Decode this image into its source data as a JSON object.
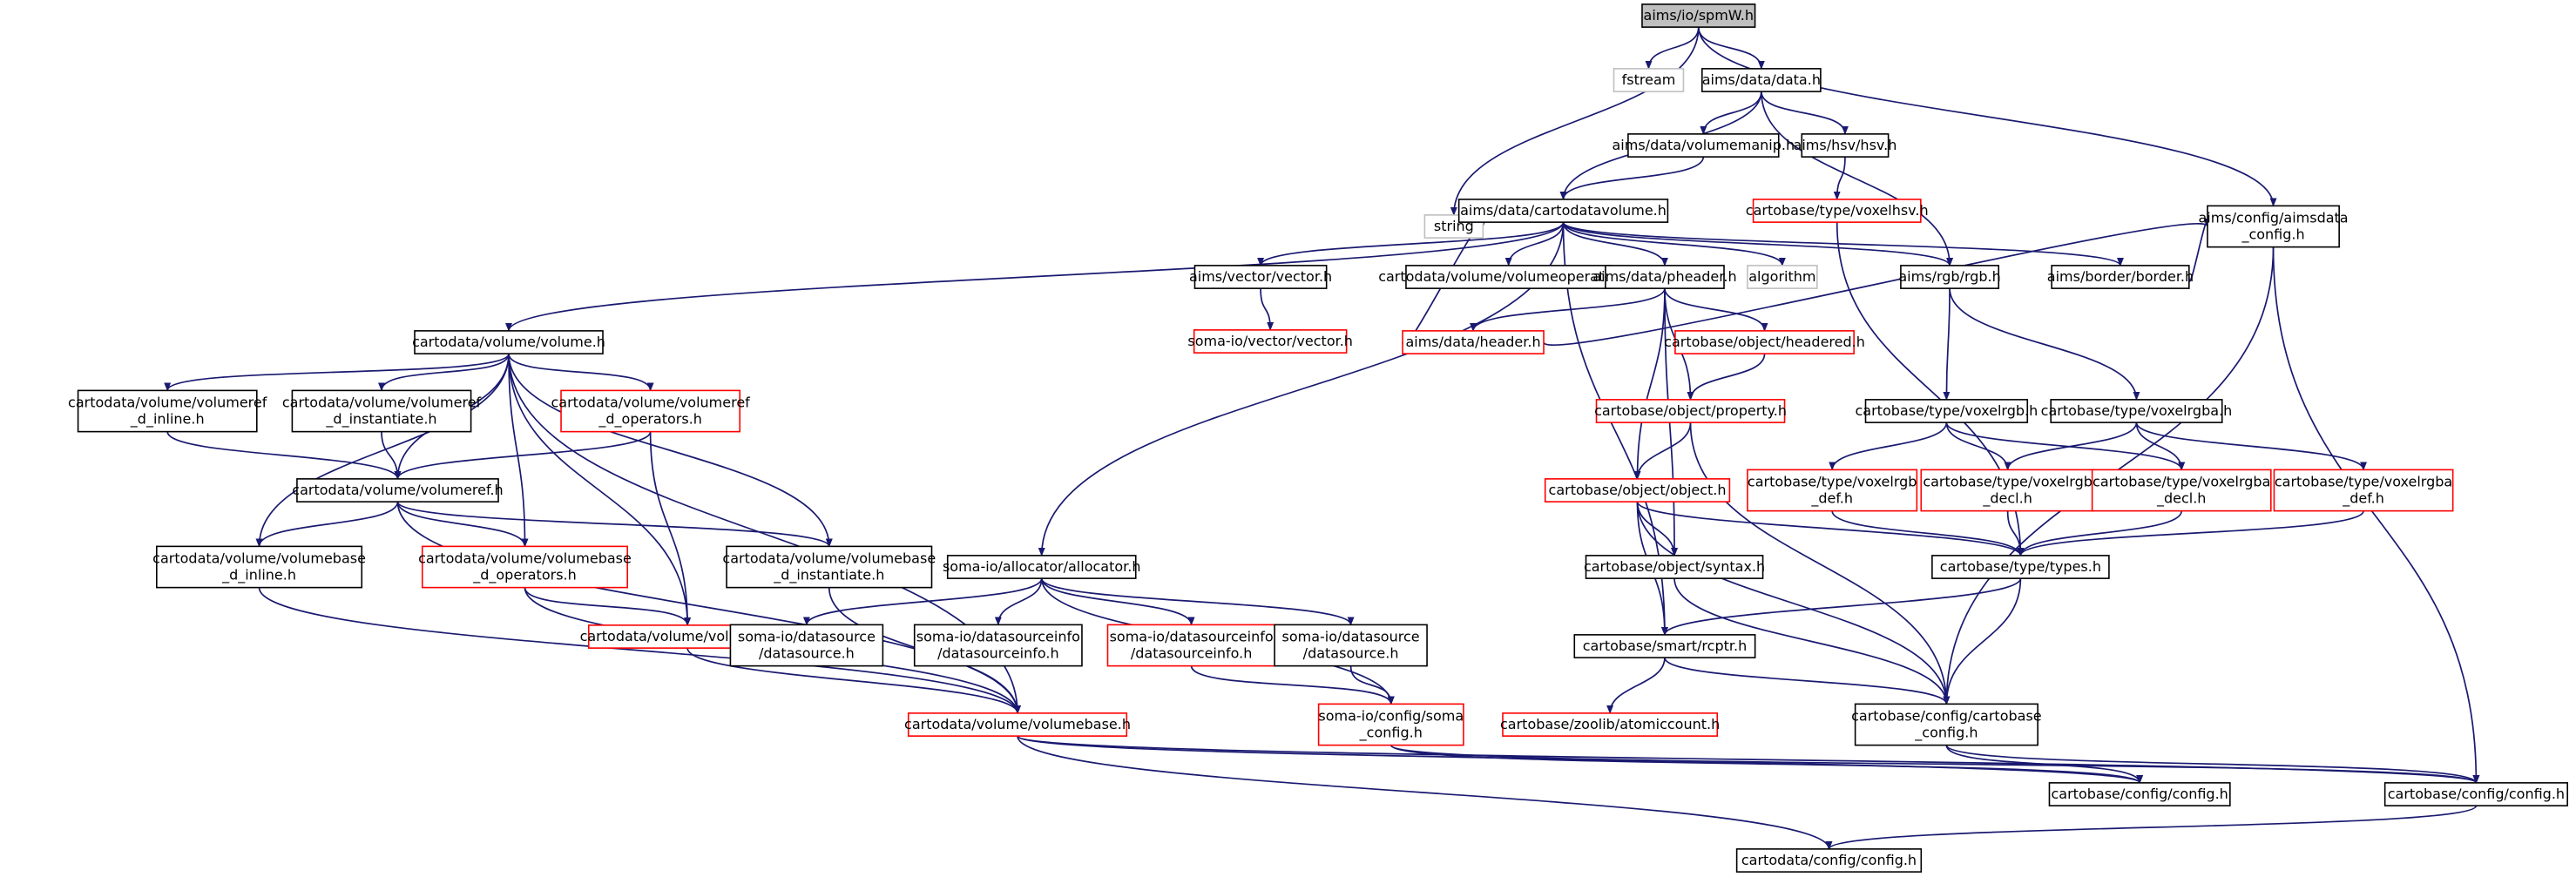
{
  "diagram": {
    "type": "include dependency graph",
    "colors": {
      "edge": "#191970",
      "root_fill": "#bfbfbf",
      "root_border": "#000000",
      "node_fill": "#ffffff",
      "documented_border": "#000000",
      "truncated_border": "#ff0000",
      "external_border": "#bfbfbf",
      "text": "#000000"
    },
    "nodes": [
      {
        "id": "spmw",
        "lines": [
          "aims/io/spmW.h"
        ],
        "kind": "root"
      },
      {
        "id": "fstream",
        "lines": [
          "fstream"
        ],
        "kind": "external"
      },
      {
        "id": "data",
        "lines": [
          "aims/data/data.h"
        ],
        "kind": "normal"
      },
      {
        "id": "aimsdataconfig",
        "lines": [
          "aims/config/aimsdata",
          "_config.h"
        ],
        "kind": "normal"
      },
      {
        "id": "string",
        "lines": [
          "string"
        ],
        "kind": "external"
      },
      {
        "id": "cartodatavolume",
        "lines": [
          "aims/data/cartodatavolume.h"
        ],
        "kind": "normal"
      },
      {
        "id": "volumemanip",
        "lines": [
          "aims/data/volumemanip.h"
        ],
        "kind": "normal"
      },
      {
        "id": "hsv",
        "lines": [
          "aims/hsv/hsv.h"
        ],
        "kind": "normal"
      },
      {
        "id": "rgb",
        "lines": [
          "aims/rgb/rgb.h"
        ],
        "kind": "normal"
      },
      {
        "id": "voxelhsv",
        "lines": [
          "cartobase/type/voxelhsv.h"
        ],
        "kind": "truncated"
      },
      {
        "id": "vector",
        "lines": [
          "aims/vector/vector.h"
        ],
        "kind": "normal"
      },
      {
        "id": "volumeoperators",
        "lines": [
          "cartodata/volume/volumeoperators.h"
        ],
        "kind": "normal"
      },
      {
        "id": "pheader",
        "lines": [
          "aims/data/pheader.h"
        ],
        "kind": "normal"
      },
      {
        "id": "algorithm",
        "lines": [
          "algorithm"
        ],
        "kind": "external"
      },
      {
        "id": "border",
        "lines": [
          "aims/border/border.h"
        ],
        "kind": "normal"
      },
      {
        "id": "volume",
        "lines": [
          "cartodata/volume/volume.h"
        ],
        "kind": "normal"
      },
      {
        "id": "somavector",
        "lines": [
          "soma-io/vector/vector.h"
        ],
        "kind": "truncated"
      },
      {
        "id": "header",
        "lines": [
          "aims/data/header.h"
        ],
        "kind": "truncated"
      },
      {
        "id": "headered",
        "lines": [
          "cartobase/object/headered.h"
        ],
        "kind": "truncated"
      },
      {
        "id": "property",
        "lines": [
          "cartobase/object/property.h"
        ],
        "kind": "truncated"
      },
      {
        "id": "voxelrgb",
        "lines": [
          "cartobase/type/voxelrgb.h"
        ],
        "kind": "normal"
      },
      {
        "id": "voxelrgba",
        "lines": [
          "cartobase/type/voxelrgba.h"
        ],
        "kind": "normal"
      },
      {
        "id": "vr_inline",
        "lines": [
          "cartodata/volume/volumeref",
          "_d_inline.h"
        ],
        "kind": "normal"
      },
      {
        "id": "vr_instantiate",
        "lines": [
          "cartodata/volume/volumeref",
          "_d_instantiate.h"
        ],
        "kind": "normal"
      },
      {
        "id": "vr_operators",
        "lines": [
          "cartodata/volume/volumeref",
          "_d_operators.h"
        ],
        "kind": "truncated"
      },
      {
        "id": "volumeref",
        "lines": [
          "cartodata/volume/volumeref.h"
        ],
        "kind": "normal"
      },
      {
        "id": "object",
        "lines": [
          "cartobase/object/object.h"
        ],
        "kind": "truncated"
      },
      {
        "id": "voxelrgb_def",
        "lines": [
          "cartobase/type/voxelrgb",
          "_def.h"
        ],
        "kind": "truncated"
      },
      {
        "id": "voxelrgb_decl",
        "lines": [
          "cartobase/type/voxelrgb",
          "_decl.h"
        ],
        "kind": "truncated"
      },
      {
        "id": "voxelrgba_decl",
        "lines": [
          "cartobase/type/voxelrgba",
          "_decl.h"
        ],
        "kind": "truncated"
      },
      {
        "id": "voxelrgba_def",
        "lines": [
          "cartobase/type/voxelrgba",
          "_def.h"
        ],
        "kind": "truncated"
      },
      {
        "id": "vb_inline",
        "lines": [
          "cartodata/volume/volumebase",
          "_d_inline.h"
        ],
        "kind": "normal"
      },
      {
        "id": "vb_operators",
        "lines": [
          "cartodata/volume/volumebase",
          "_d_operators.h"
        ],
        "kind": "truncated"
      },
      {
        "id": "vb_instantiate",
        "lines": [
          "cartodata/volume/volumebase",
          "_d_instantiate.h"
        ],
        "kind": "normal"
      },
      {
        "id": "allocator",
        "lines": [
          "soma-io/allocator/allocator.h"
        ],
        "kind": "normal"
      },
      {
        "id": "syntax",
        "lines": [
          "cartobase/object/syntax.h"
        ],
        "kind": "normal"
      },
      {
        "id": "types",
        "lines": [
          "cartobase/type/types.h"
        ],
        "kind": "normal"
      },
      {
        "id": "volumeutil",
        "lines": [
          "cartodata/volume/volumeutil.h"
        ],
        "kind": "truncated"
      },
      {
        "id": "ds_datasource",
        "lines": [
          "soma-io/datasource",
          "/datasource.h"
        ],
        "kind": "normal"
      },
      {
        "id": "dsi_info",
        "lines": [
          "soma-io/datasourceinfo",
          "/datasourceinfo.h"
        ],
        "kind": "normal"
      },
      {
        "id": "dsi_info_r",
        "lines": [
          "soma-io/datasourceinfo",
          "/datasourceinfo.h"
        ],
        "kind": "truncated"
      },
      {
        "id": "ds_datasource2",
        "lines": [
          "soma-io/datasource",
          "/datasource.h"
        ],
        "kind": "normal"
      },
      {
        "id": "rcptr",
        "lines": [
          "cartobase/smart/rcptr.h"
        ],
        "kind": "normal"
      },
      {
        "id": "volumebase",
        "lines": [
          "cartodata/volume/volumebase.h"
        ],
        "kind": "truncated"
      },
      {
        "id": "somaconfig",
        "lines": [
          "soma-io/config/soma",
          "_config.h"
        ],
        "kind": "truncated"
      },
      {
        "id": "atomiccount",
        "lines": [
          "cartobase/zoolib/atomiccount.h"
        ],
        "kind": "truncated"
      },
      {
        "id": "cbconfig",
        "lines": [
          "cartobase/config/cartobase",
          "_config.h"
        ],
        "kind": "normal"
      },
      {
        "id": "config1",
        "lines": [
          "cartobase/config/config.h"
        ],
        "kind": "normal"
      },
      {
        "id": "config2",
        "lines": [
          "cartobase/config/config.h"
        ],
        "kind": "normal"
      },
      {
        "id": "cdconfig",
        "lines": [
          "cartodata/config/config.h"
        ],
        "kind": "normal"
      }
    ],
    "edges": [
      [
        "spmw",
        "fstream"
      ],
      [
        "spmw",
        "data"
      ],
      [
        "spmw",
        "aimsdataconfig"
      ],
      [
        "spmw",
        "string"
      ],
      [
        "data",
        "cartodatavolume"
      ],
      [
        "data",
        "volumemanip"
      ],
      [
        "data",
        "hsv"
      ],
      [
        "data",
        "rgb"
      ],
      [
        "volumemanip",
        "cartodatavolume"
      ],
      [
        "hsv",
        "voxelhsv"
      ],
      [
        "cartodatavolume",
        "volume"
      ],
      [
        "cartodatavolume",
        "allocator"
      ],
      [
        "cartodatavolume",
        "rcptr"
      ],
      [
        "cartodatavolume",
        "vector"
      ],
      [
        "cartodatavolume",
        "volumeoperators"
      ],
      [
        "cartodatavolume",
        "pheader"
      ],
      [
        "cartodatavolume",
        "algorithm"
      ],
      [
        "cartodatavolume",
        "rgb"
      ],
      [
        "cartodatavolume",
        "border"
      ],
      [
        "vector",
        "somavector"
      ],
      [
        "pheader",
        "syntax"
      ],
      [
        "pheader",
        "header"
      ],
      [
        "pheader",
        "headered"
      ],
      [
        "pheader",
        "property"
      ],
      [
        "pheader",
        "object"
      ],
      [
        "header",
        "string"
      ],
      [
        "header",
        "aimsdataconfig"
      ],
      [
        "headered",
        "property"
      ],
      [
        "property",
        "object"
      ],
      [
        "property",
        "cbconfig"
      ],
      [
        "rgb",
        "voxelrgb"
      ],
      [
        "rgb",
        "voxelrgba"
      ],
      [
        "border",
        "aimsdataconfig"
      ],
      [
        "voxelhsv",
        "types"
      ],
      [
        "voxelrgb",
        "voxelrgb_def"
      ],
      [
        "voxelrgb",
        "voxelrgb_decl"
      ],
      [
        "voxelrgb",
        "voxelrgba_decl"
      ],
      [
        "voxelrgba",
        "voxelrgb_decl"
      ],
      [
        "voxelrgba",
        "voxelrgba_decl"
      ],
      [
        "voxelrgba",
        "voxelrgba_def"
      ],
      [
        "voxelrgb_def",
        "types"
      ],
      [
        "voxelrgb_decl",
        "types"
      ],
      [
        "voxelrgba_decl",
        "types"
      ],
      [
        "voxelrgba_def",
        "types"
      ],
      [
        "object",
        "syntax"
      ],
      [
        "object",
        "types"
      ],
      [
        "object",
        "rcptr"
      ],
      [
        "object",
        "cbconfig"
      ],
      [
        "syntax",
        "cbconfig"
      ],
      [
        "types",
        "rcptr"
      ],
      [
        "types",
        "cbconfig"
      ],
      [
        "rcptr",
        "atomiccount"
      ],
      [
        "rcptr",
        "cbconfig"
      ],
      [
        "aimsdataconfig",
        "cbconfig"
      ],
      [
        "aimsdataconfig",
        "config2"
      ],
      [
        "cbconfig",
        "config1"
      ],
      [
        "cbconfig",
        "config2"
      ],
      [
        "volume",
        "vr_inline"
      ],
      [
        "volume",
        "vr_instantiate"
      ],
      [
        "volume",
        "vr_operators"
      ],
      [
        "volume",
        "volumeref"
      ],
      [
        "volume",
        "vb_inline"
      ],
      [
        "volume",
        "vb_operators"
      ],
      [
        "volume",
        "vb_instantiate"
      ],
      [
        "volume",
        "volumeutil"
      ],
      [
        "volume",
        "volumebase"
      ],
      [
        "vr_inline",
        "volumeref"
      ],
      [
        "vr_instantiate",
        "volumeref"
      ],
      [
        "vr_operators",
        "volumeref"
      ],
      [
        "vr_operators",
        "volumeutil"
      ],
      [
        "volumeref",
        "vb_inline"
      ],
      [
        "volumeref",
        "vb_operators"
      ],
      [
        "volumeref",
        "vb_instantiate"
      ],
      [
        "volumeref",
        "volumebase"
      ],
      [
        "vb_inline",
        "volumebase"
      ],
      [
        "vb_operators",
        "volumeutil"
      ],
      [
        "vb_operators",
        "volumebase"
      ],
      [
        "vb_instantiate",
        "volumebase"
      ],
      [
        "volumeutil",
        "volumebase"
      ],
      [
        "volumebase",
        "config1"
      ],
      [
        "volumebase",
        "config2"
      ],
      [
        "volumebase",
        "cdconfig"
      ],
      [
        "allocator",
        "ds_datasource"
      ],
      [
        "allocator",
        "dsi_info"
      ],
      [
        "allocator",
        "dsi_info_r"
      ],
      [
        "allocator",
        "ds_datasource2"
      ],
      [
        "allocator",
        "somaconfig"
      ],
      [
        "dsi_info_r",
        "somaconfig"
      ],
      [
        "ds_datasource2",
        "somaconfig"
      ],
      [
        "somaconfig",
        "config1"
      ],
      [
        "somaconfig",
        "config2"
      ],
      [
        "config2",
        "cdconfig"
      ]
    ]
  }
}
